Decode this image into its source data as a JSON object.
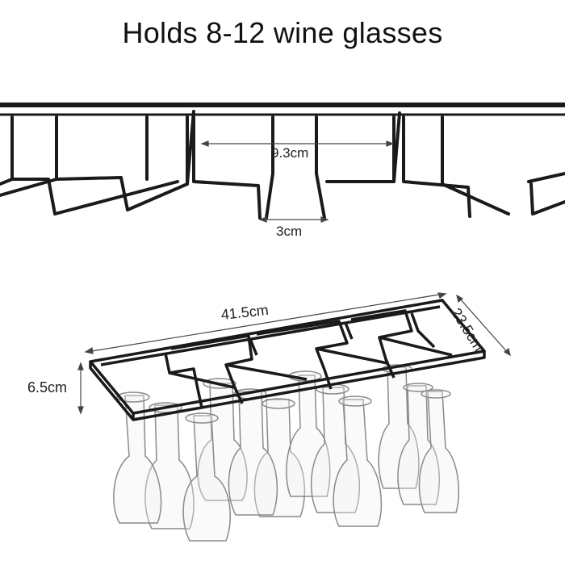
{
  "title": "Holds 8-12 wine glasses",
  "dimensions": {
    "slot_spacing": "9.3cm",
    "slot_gap": "3cm",
    "length": "41.5cm",
    "width": "23.5cm",
    "height": "6.5cm"
  },
  "colors": {
    "rack": "#1a1a1a",
    "glass_stroke": "#8a8a8a",
    "dimension_line": "#444444"
  }
}
